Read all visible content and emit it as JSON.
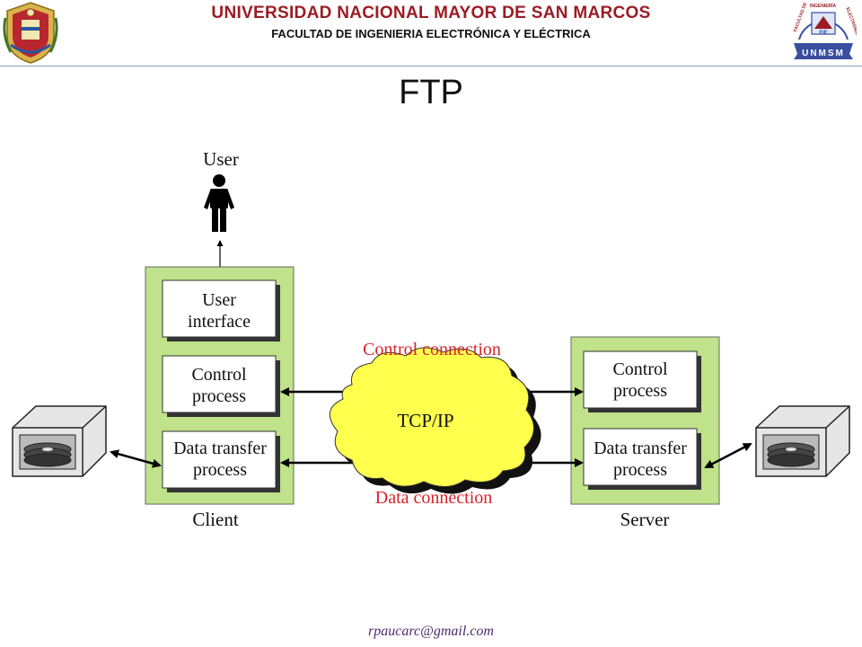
{
  "header": {
    "university": "UNIVERSIDAD NACIONAL MAYOR DE SAN MARCOS",
    "faculty": "FACULTAD DE INGENIERIA ELECTRÓNICA Y ELÉCTRICA",
    "right_logo": {
      "arc_left": "FACULTAD DE",
      "arc_top": "INGENIERÍA",
      "arc_right": "ELECTRÓNICA",
      "badge": "FIE",
      "banner": "UNMSM"
    }
  },
  "slide": {
    "title": "FTP"
  },
  "diagram": {
    "user_label": "User",
    "client": {
      "label": "Client",
      "boxes": [
        {
          "line1": "User",
          "line2": "interface"
        },
        {
          "line1": "Control",
          "line2": "process"
        },
        {
          "line1": "Data transfer",
          "line2": "process"
        }
      ]
    },
    "server": {
      "label": "Server",
      "boxes": [
        {
          "line1": "Control",
          "line2": "process"
        },
        {
          "line1": "Data transfer",
          "line2": "process"
        }
      ]
    },
    "cloud_label": "TCP/IP",
    "control_connection": "Control connection",
    "data_connection": "Data connection"
  },
  "footer": {
    "email": "rpaucarc@gmail.com"
  },
  "colors": {
    "university_red": "#9b1c24",
    "panel_green": "#bfe28a",
    "connection_red": "#d8232a",
    "cloud_yellow": "#ffff4d"
  }
}
